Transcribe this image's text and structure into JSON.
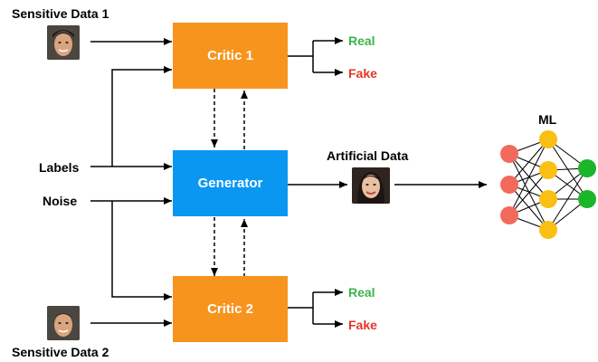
{
  "labels": {
    "sensitive_data_1": "Sensitive Data 1",
    "sensitive_data_2": "Sensitive Data 2",
    "labels_input": "Labels",
    "noise_input": "Noise",
    "artificial_data": "Artificial Data",
    "ml": "ML"
  },
  "boxes": {
    "critic1": "Critic 1",
    "generator": "Generator",
    "critic2": "Critic 2"
  },
  "outputs": {
    "real": "Real",
    "fake": "Fake"
  },
  "colors": {
    "critic": "#f7941d",
    "generator": "#0a97f2",
    "real": "#3bb54a",
    "fake": "#e8342a",
    "nn_input": "#f26a5b",
    "nn_hidden": "#f9c013",
    "nn_output": "#1bb52a"
  },
  "icons": {
    "face": "face-photo-icon"
  }
}
